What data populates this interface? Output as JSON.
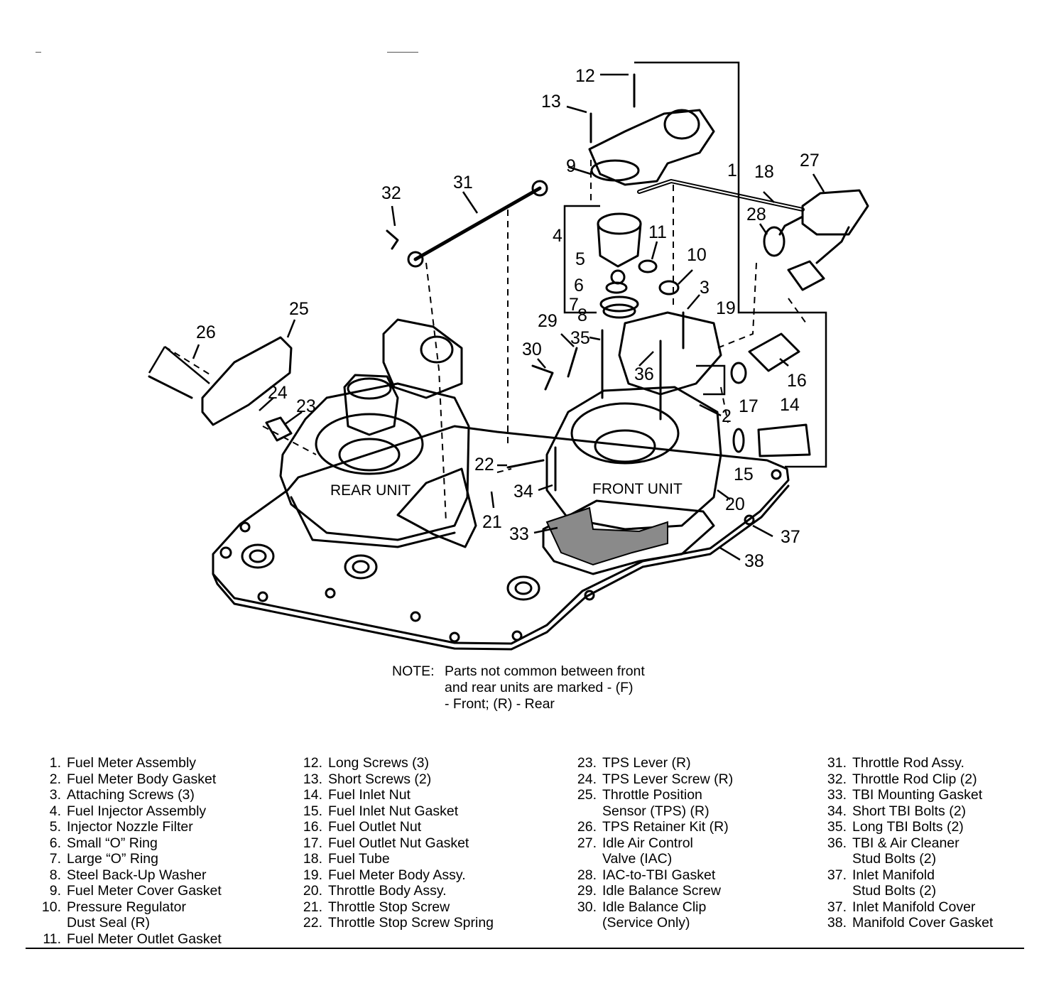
{
  "callouts": {
    "n1": "1",
    "n2": "2",
    "n3": "3",
    "n4": "4",
    "n5": "5",
    "n6": "6",
    "n7": "7",
    "n8": "8",
    "n9": "9",
    "n10": "10",
    "n11": "11",
    "n12": "12",
    "n13": "13",
    "n14": "14",
    "n15": "15",
    "n16": "16",
    "n17": "17",
    "n18": "18",
    "n19": "19",
    "n20": "20",
    "n21": "21",
    "n22": "22",
    "n23": "23",
    "n24": "24",
    "n25": "25",
    "n26": "26",
    "n27": "27",
    "n28": "28",
    "n29": "29",
    "n30": "30",
    "n31": "31",
    "n32": "32",
    "n33": "33",
    "n34": "34",
    "n35": "35",
    "n36": "36",
    "n37": "37",
    "n38": "38"
  },
  "unit_labels": {
    "rear": "REAR UNIT",
    "front": "FRONT UNIT"
  },
  "note": {
    "head": "NOTE:",
    "line1": "Parts not common between front",
    "line2": "and rear units are marked - (F)",
    "line3": "- Front; (R) - Rear"
  },
  "legend": {
    "col1": [
      {
        "num": "1.",
        "label": "Fuel Meter Assembly"
      },
      {
        "num": "2.",
        "label": "Fuel Meter Body Gasket"
      },
      {
        "num": "3.",
        "label": "Attaching Screws (3)"
      },
      {
        "num": "4.",
        "label": "Fuel Injector Assembly"
      },
      {
        "num": "5.",
        "label": "Injector Nozzle Filter"
      },
      {
        "num": "6.",
        "label": "Small “O” Ring"
      },
      {
        "num": "7.",
        "label": "Large “O” Ring"
      },
      {
        "num": "8.",
        "label": "Steel Back-Up Washer"
      },
      {
        "num": "9.",
        "label": "Fuel Meter Cover Gasket"
      },
      {
        "num": "10.",
        "label": "Pressure Regulator"
      },
      {
        "num": "",
        "label": "Dust Seal (R)"
      },
      {
        "num": "11.",
        "label": "Fuel Meter Outlet Gasket"
      }
    ],
    "col2": [
      {
        "num": "12.",
        "label": "Long Screws (3)"
      },
      {
        "num": "13.",
        "label": "Short Screws (2)"
      },
      {
        "num": "14.",
        "label": "Fuel Inlet Nut"
      },
      {
        "num": "15.",
        "label": "Fuel Inlet Nut Gasket"
      },
      {
        "num": "16.",
        "label": "Fuel Outlet Nut"
      },
      {
        "num": "17.",
        "label": "Fuel Outlet Nut Gasket"
      },
      {
        "num": "18.",
        "label": "Fuel Tube"
      },
      {
        "num": "19.",
        "label": "Fuel Meter Body Assy."
      },
      {
        "num": "20.",
        "label": "Throttle Body Assy."
      },
      {
        "num": "21.",
        "label": "Throttle Stop Screw"
      },
      {
        "num": "22.",
        "label": "Throttle Stop Screw Spring"
      }
    ],
    "col3": [
      {
        "num": "23.",
        "label": "TPS Lever (R)"
      },
      {
        "num": "24.",
        "label": "TPS Lever Screw (R)"
      },
      {
        "num": "25.",
        "label": "Throttle Position"
      },
      {
        "num": "",
        "label": "Sensor (TPS) (R)"
      },
      {
        "num": "26.",
        "label": "TPS Retainer Kit (R)"
      },
      {
        "num": "27.",
        "label": "Idle Air Control"
      },
      {
        "num": "",
        "label": "Valve (IAC)"
      },
      {
        "num": "28.",
        "label": "IAC-to-TBI Gasket"
      },
      {
        "num": "29.",
        "label": "Idle Balance Screw"
      },
      {
        "num": "30.",
        "label": "Idle Balance Clip"
      },
      {
        "num": "",
        "label": "(Service Only)"
      }
    ],
    "col4": [
      {
        "num": "31.",
        "label": "Throttle Rod Assy."
      },
      {
        "num": "32.",
        "label": "Throttle Rod Clip (2)"
      },
      {
        "num": "33.",
        "label": "TBI Mounting Gasket"
      },
      {
        "num": "34.",
        "label": "Short TBI Bolts (2)"
      },
      {
        "num": "35.",
        "label": "Long TBI Bolts (2)"
      },
      {
        "num": "36.",
        "label": "TBI & Air Cleaner"
      },
      {
        "num": "",
        "label": "Stud Bolts (2)"
      },
      {
        "num": "37.",
        "label": "Inlet Manifold"
      },
      {
        "num": "",
        "label": "Stud Bolts (2)"
      },
      {
        "num": "37.",
        "label": "Inlet Manifold Cover"
      },
      {
        "num": "38.",
        "label": "Manifold Cover Gasket"
      }
    ]
  },
  "colors": {
    "ink": "#000000",
    "paper": "#ffffff",
    "gasket_fill": "#8a8a8a"
  }
}
